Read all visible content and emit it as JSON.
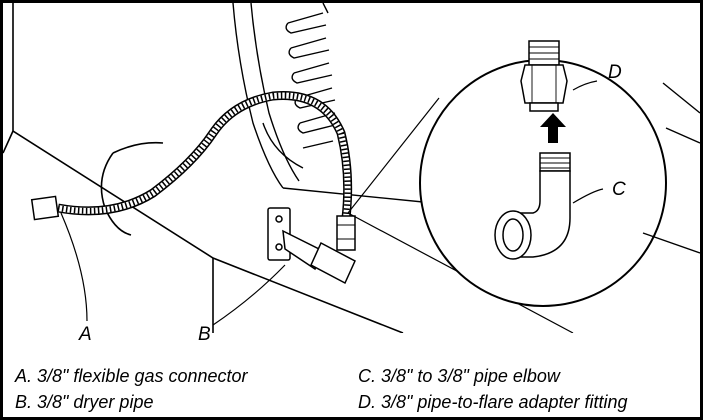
{
  "callouts": {
    "a": "A",
    "b": "B",
    "c": "C",
    "d": "D"
  },
  "legend": {
    "a": "A. 3/8\" flexible gas connector",
    "b": "B. 3/8\" dryer pipe",
    "c": "C. 3/8\" to 3/8\" pipe elbow",
    "d": "D. 3/8\" pipe-to-flare adapter fitting"
  },
  "colors": {
    "line": "#000000",
    "background": "#ffffff"
  }
}
